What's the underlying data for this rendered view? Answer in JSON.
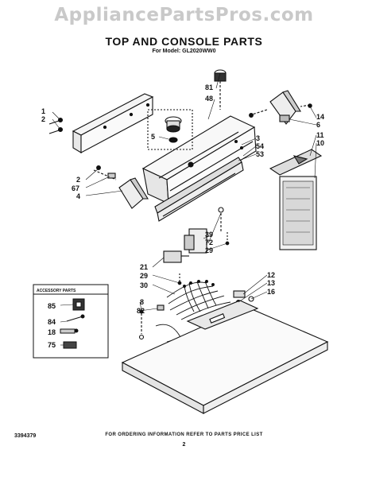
{
  "watermark": "AppliancePartsPros.com",
  "title": "TOP AND CONSOLE PARTS",
  "subtitle": "For Model: GL2020WW0",
  "accessory_box_label": "ACCESSORY PARTS",
  "doc_number": "3394379",
  "footer_note": "FOR ORDERING INFORMATION REFER TO PARTS PRICE LIST",
  "page_number": "2",
  "callouts": {
    "c1": "1",
    "c2": "2",
    "c81": "81",
    "c48": "48",
    "c5": "5",
    "c14": "14",
    "c6": "6",
    "c11": "11",
    "c10": "10",
    "c3": "3",
    "c54": "54",
    "c53": "53",
    "c2b": "2",
    "c67": "67",
    "c4": "4",
    "c39": "39",
    "c72": "72",
    "c29": "29",
    "c21": "21",
    "c29b": "29",
    "c30": "30",
    "c12": "12",
    "c13": "13",
    "c16": "16",
    "c8": "8",
    "c82": "82",
    "c85": "85",
    "c84": "84",
    "c18": "18",
    "c75": "75"
  }
}
